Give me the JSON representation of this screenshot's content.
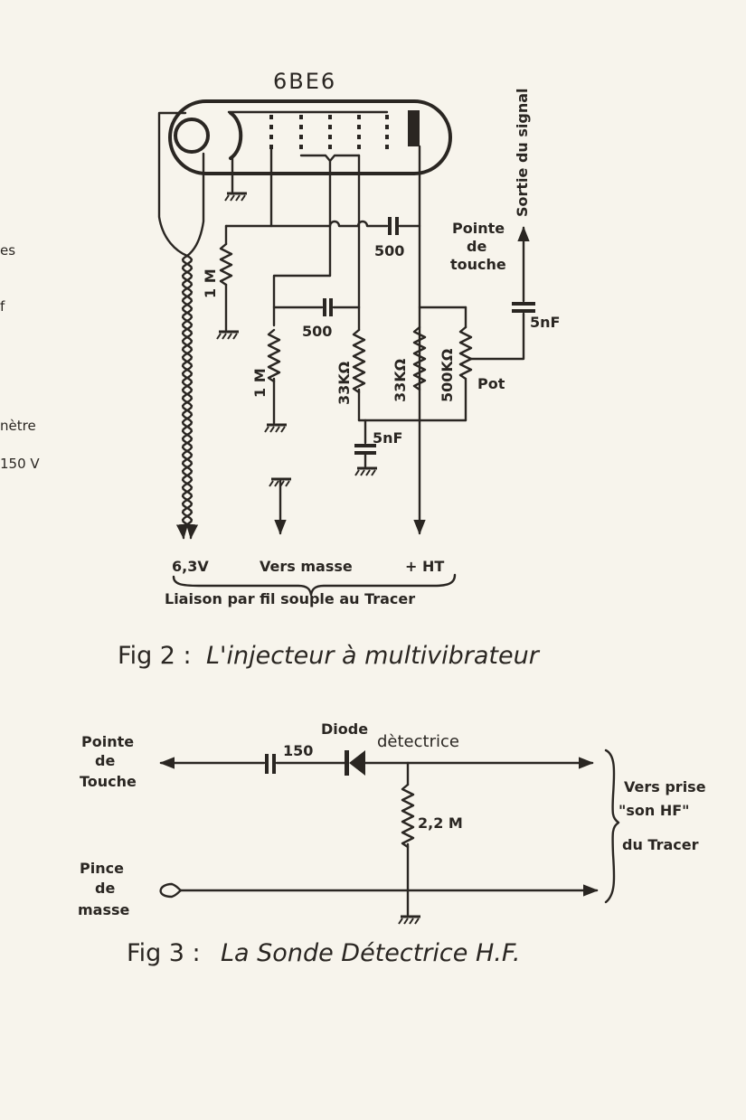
{
  "paper_color": "#f7f4ec",
  "ink_color": "#2a2622",
  "margin_fragments": [
    "es",
    "f",
    "nètre",
    "150 V"
  ],
  "fig2": {
    "tube_label": "6BE6",
    "caption_number": "Fig 2 :",
    "caption_title": "L'injecteur à multivibrateur",
    "components": {
      "cap_top": "500",
      "cap_mid": "500",
      "res_grid1": "1 M",
      "res_grid2": "1 M",
      "res_screen": "33KΩ",
      "res_plate": "33KΩ",
      "pot": "500KΩ",
      "pot_label": "Pot",
      "cap_decouple": "5nF",
      "cap_out": "5nF"
    },
    "probe": {
      "line1": "Pointe",
      "line2": "de",
      "line3": "touche"
    },
    "signal_out": "Sortie du signal",
    "bottom_terminals": {
      "heater": "6,3V",
      "ground": "Vers masse",
      "ht": "+ HT"
    },
    "brace_label": "Liaison par fil souple au Tracer"
  },
  "fig3": {
    "caption_number": "Fig 3 :",
    "caption_title": "La Sonde Détectrice H.F.",
    "probe_tip": {
      "line1": "Pointe",
      "line2": "de",
      "line3": "Touche"
    },
    "ground_clip": {
      "line1": "Pince",
      "line2": "de",
      "line3": "masse"
    },
    "capacitor": "150",
    "diode_line1": "Diode",
    "diode_line2": "dètectrice",
    "resistor": "2,2 M",
    "output": {
      "line1": "Vers prise",
      "line2": "\"son HF\"",
      "line3": "du Tracer"
    }
  }
}
